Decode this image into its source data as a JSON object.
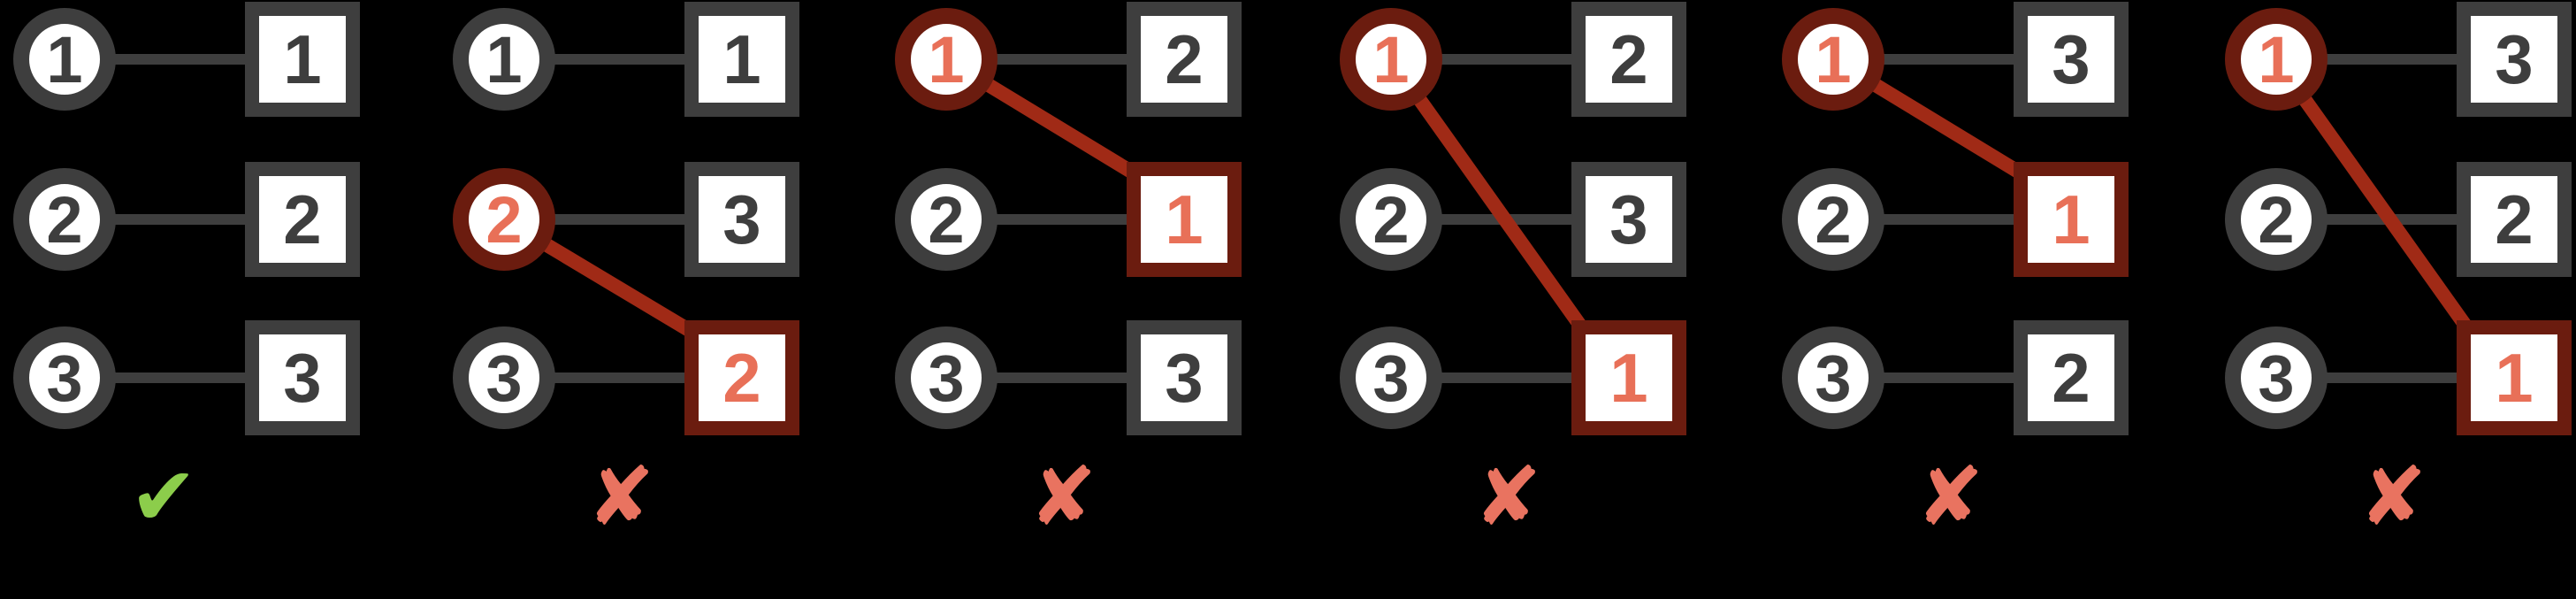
{
  "figure": {
    "description": "Six circle-to-square matching diagrams; the first is a valid one-to-one assignment, the other five contain a duplicated square value reached by two circles and are marked invalid",
    "colors": {
      "background": "#000000",
      "node_stroke": "#3e3e3e",
      "node_fill": "#ffffff",
      "highlight_stroke": "#6b1c0f",
      "highlight_line": "#a02a16",
      "highlight_text": "#e87058",
      "check": "#8ccd4b",
      "cross": "#e97360"
    },
    "panels": [
      {
        "circles": [
          "1",
          "2",
          "3"
        ],
        "squares": [
          "1",
          "2",
          "3"
        ],
        "highlighted_circles": [],
        "highlighted_squares": [],
        "connections": [
          {
            "circle_row": 1,
            "square_row": 1,
            "style": "normal"
          },
          {
            "circle_row": 2,
            "square_row": 2,
            "style": "normal"
          },
          {
            "circle_row": 3,
            "square_row": 3,
            "style": "normal"
          }
        ],
        "result": "valid",
        "mark": "✔"
      },
      {
        "circles": [
          "1",
          "2",
          "3"
        ],
        "squares": [
          "1",
          "3",
          "2"
        ],
        "highlighted_circles": [
          2
        ],
        "highlighted_squares": [
          3
        ],
        "connections": [
          {
            "circle_row": 1,
            "square_row": 1,
            "style": "normal"
          },
          {
            "circle_row": 2,
            "square_row": 2,
            "style": "normal"
          },
          {
            "circle_row": 3,
            "square_row": 3,
            "style": "normal"
          },
          {
            "circle_row": 2,
            "square_row": 3,
            "style": "highlight"
          }
        ],
        "result": "invalid",
        "mark": "✘"
      },
      {
        "circles": [
          "1",
          "2",
          "3"
        ],
        "squares": [
          "2",
          "1",
          "3"
        ],
        "highlighted_circles": [
          1
        ],
        "highlighted_squares": [
          2
        ],
        "connections": [
          {
            "circle_row": 1,
            "square_row": 1,
            "style": "normal"
          },
          {
            "circle_row": 2,
            "square_row": 2,
            "style": "normal"
          },
          {
            "circle_row": 3,
            "square_row": 3,
            "style": "normal"
          },
          {
            "circle_row": 1,
            "square_row": 2,
            "style": "highlight"
          }
        ],
        "result": "invalid",
        "mark": "✘"
      },
      {
        "circles": [
          "1",
          "2",
          "3"
        ],
        "squares": [
          "2",
          "3",
          "1"
        ],
        "highlighted_circles": [
          1
        ],
        "highlighted_squares": [
          3
        ],
        "connections": [
          {
            "circle_row": 1,
            "square_row": 1,
            "style": "normal"
          },
          {
            "circle_row": 2,
            "square_row": 2,
            "style": "normal"
          },
          {
            "circle_row": 3,
            "square_row": 3,
            "style": "normal"
          },
          {
            "circle_row": 1,
            "square_row": 3,
            "style": "highlight"
          }
        ],
        "result": "invalid",
        "mark": "✘"
      },
      {
        "circles": [
          "1",
          "2",
          "3"
        ],
        "squares": [
          "3",
          "1",
          "2"
        ],
        "highlighted_circles": [
          1
        ],
        "highlighted_squares": [
          2
        ],
        "connections": [
          {
            "circle_row": 1,
            "square_row": 1,
            "style": "normal"
          },
          {
            "circle_row": 2,
            "square_row": 2,
            "style": "normal"
          },
          {
            "circle_row": 3,
            "square_row": 3,
            "style": "normal"
          },
          {
            "circle_row": 1,
            "square_row": 2,
            "style": "highlight"
          }
        ],
        "result": "invalid",
        "mark": "✘"
      },
      {
        "circles": [
          "1",
          "2",
          "3"
        ],
        "squares": [
          "3",
          "2",
          "1"
        ],
        "highlighted_circles": [
          1
        ],
        "highlighted_squares": [
          3
        ],
        "connections": [
          {
            "circle_row": 1,
            "square_row": 1,
            "style": "normal"
          },
          {
            "circle_row": 2,
            "square_row": 2,
            "style": "normal"
          },
          {
            "circle_row": 3,
            "square_row": 3,
            "style": "normal"
          },
          {
            "circle_row": 1,
            "square_row": 3,
            "style": "highlight"
          }
        ],
        "result": "invalid",
        "mark": "✘"
      }
    ]
  }
}
